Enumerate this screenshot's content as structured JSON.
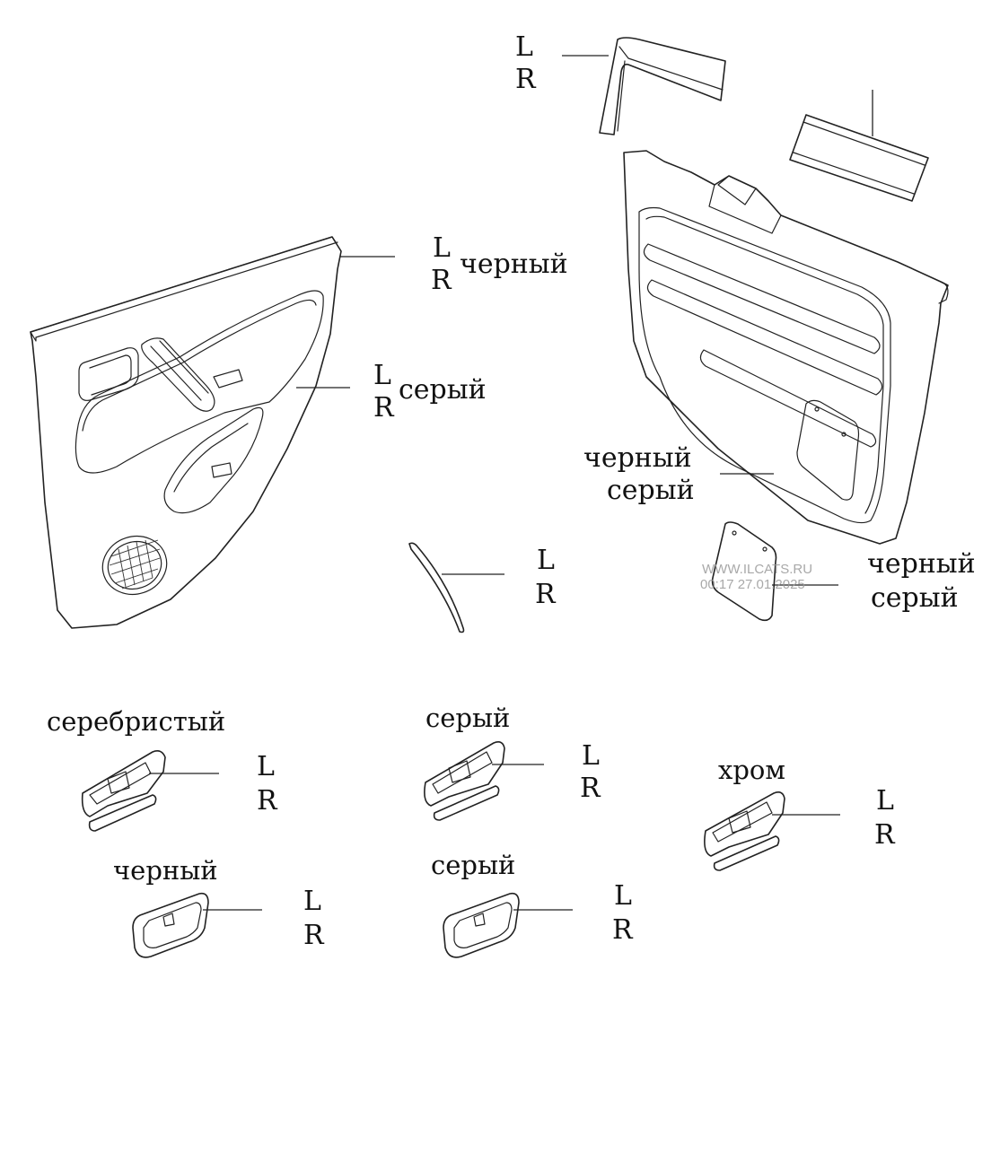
{
  "labels": {
    "moulding_top": {
      "l": "L",
      "r": "R"
    },
    "door_trim": {
      "l": "L",
      "r": "R",
      "color": "черный"
    },
    "door_insert": {
      "l": "L",
      "r": "R",
      "color": "серый"
    },
    "pillar_trim": {
      "l": "L",
      "r": "R"
    },
    "backdoor_trim": {
      "color1": "черный",
      "color2": "серый"
    },
    "service_cover": {
      "color1": "черный",
      "color2": "серый"
    },
    "handle_silver": {
      "title": "серебристый",
      "l": "L",
      "r": "R"
    },
    "handle_grey": {
      "title": "серый",
      "l": "L",
      "r": "R"
    },
    "handle_chrome": {
      "title": "хром",
      "l": "L",
      "r": "R"
    },
    "bezel_black": {
      "title": "черный",
      "l": "L",
      "r": "R"
    },
    "bezel_grey": {
      "title": "серый",
      "l": "L",
      "r": "R"
    }
  },
  "watermark": {
    "site": "WWW.ILCATS.RU",
    "stamp": "00:17 27.01.2025"
  }
}
